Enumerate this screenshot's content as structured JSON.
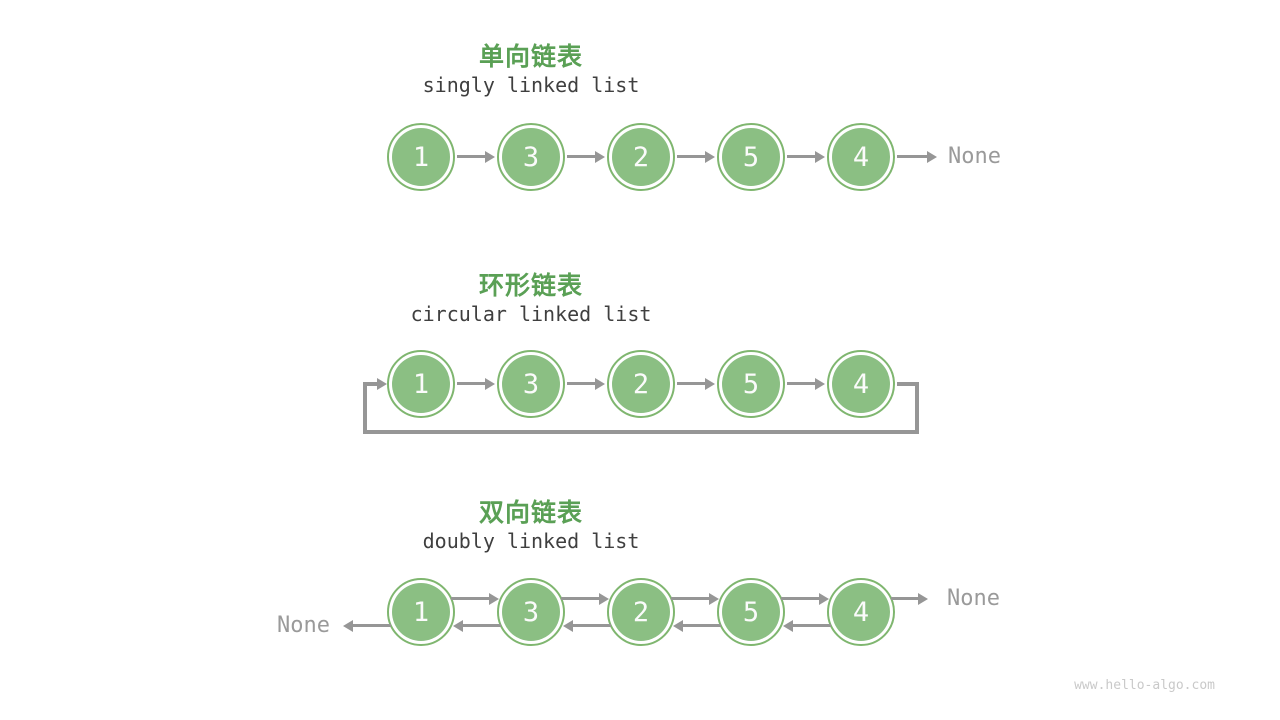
{
  "colors": {
    "title_green": "#5AA055",
    "node_fill": "#8BBF83",
    "node_ring": "#7FB66F",
    "arrow_gray": "#969696",
    "none_text_gray": "#9A9A9A",
    "subtitle_dark": "#3F3F3F",
    "footer_gray": "#C9C9C9"
  },
  "sections": {
    "singly": {
      "title": "单向链表",
      "subtitle": "singly linked list",
      "nodes": [
        "1",
        "3",
        "2",
        "5",
        "4"
      ],
      "tail_label": "None"
    },
    "circular": {
      "title": "环形链表",
      "subtitle": "circular linked list",
      "nodes": [
        "1",
        "3",
        "2",
        "5",
        "4"
      ]
    },
    "doubly": {
      "title": "双向链表",
      "subtitle": "doubly linked list",
      "nodes": [
        "1",
        "3",
        "2",
        "5",
        "4"
      ],
      "head_label": "None",
      "tail_label": "None"
    }
  },
  "footer": {
    "text": "www.hello-algo.com"
  }
}
